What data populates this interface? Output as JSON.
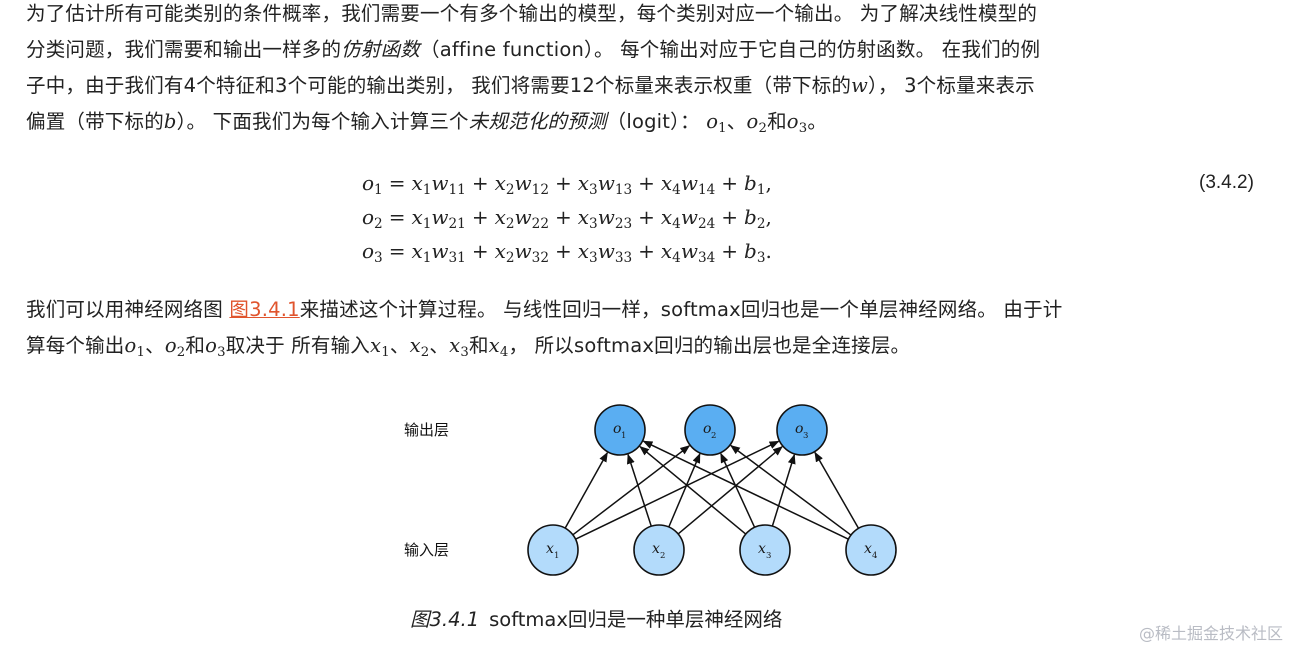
{
  "paragraph1": {
    "l1": "为了估计所有可能类别的条件概率，我们需要一个有多个输出的模型，每个类别对应一个输出。 为了解决线性模型的",
    "l2a": "分类问题，我们需要和输出一样多的",
    "l2em": "仿射函数",
    "l2b": "（affine function）。 每个输出对应于它自己的仿射函数。 在我们的例",
    "l3": "子中，由于我们有4个特征和3个可能的输出类别， 我们将需要12个标量来表示权重（带下标的",
    "l3v": "w",
    "l3b": "）， 3个标量来表示",
    "l4a": "偏置（带下标的",
    "l4v": "b",
    "l4b": "）。 下面我们为每个输入计算三个",
    "l4em": "未规范化的预测",
    "l4c": "（logit）：",
    "l4d": "、",
    "l4e": "和",
    "l4f": "。"
  },
  "equation": {
    "number": "(3.4.2)"
  },
  "paragraph2": {
    "l1a": "我们可以用神经网络图 ",
    "l1link": "图3.4.1",
    "l1b": "来描述这个计算过程。 与线性回归一样，softmax回归也是一个单层神经网络。 由于计",
    "l2a": "算每个输出",
    "sep": "、",
    "and": "和",
    "l2b": "取决于 所有输入",
    "l2c": "， 所以softmax回归的输出层也是全连接层。"
  },
  "figure": {
    "output_layer_label": "输出层",
    "input_layer_label": "输入层",
    "output_nodes": [
      "o",
      "o",
      "o"
    ],
    "input_nodes": [
      "x",
      "x",
      "x",
      "x"
    ],
    "output_subs": [
      "1",
      "2",
      "3"
    ],
    "input_subs": [
      "1",
      "2",
      "3",
      "4"
    ],
    "node_fill_output": "#5aaef2",
    "node_fill_input": "#b3dbfb"
  },
  "caption": {
    "number": "图3.4.1",
    "text": "softmax回归是一种单层神经网络"
  },
  "watermark": "@稀土掘金技术社区"
}
